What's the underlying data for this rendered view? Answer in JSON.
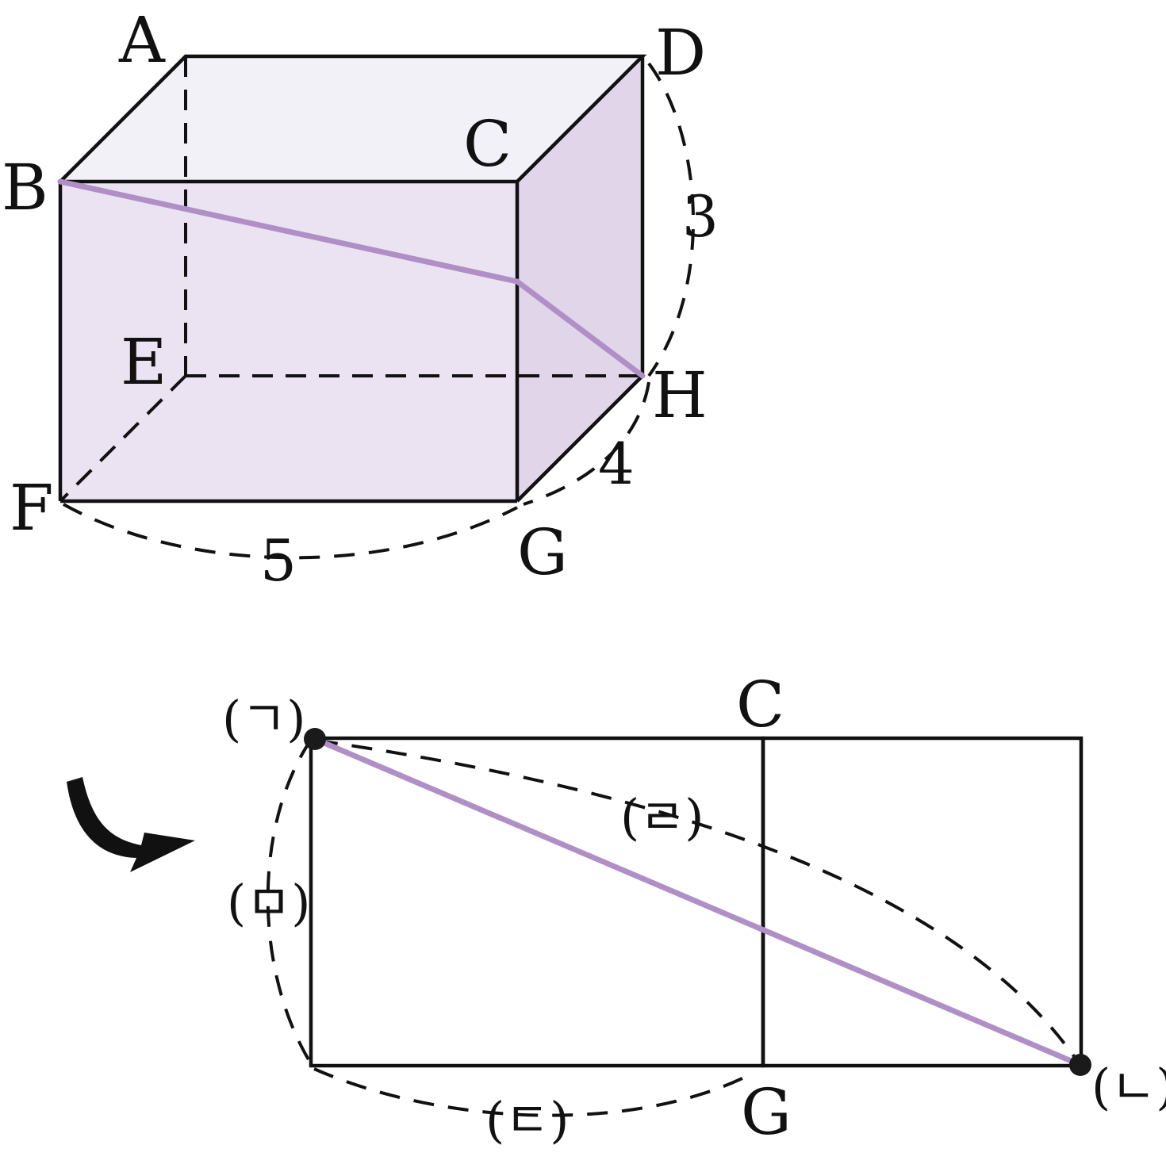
{
  "colors": {
    "stroke": "#111111",
    "path": "#b08fc6",
    "top_face": "#f3f1f8",
    "front_face": "#ebe3f1",
    "side_face": "#e1d5ea",
    "point": "#1a1a1a"
  },
  "box": {
    "vertices": {
      "A": "A",
      "B": "B",
      "C": "C",
      "D": "D",
      "E": "E",
      "F": "F",
      "G": "G",
      "H": "H"
    },
    "dimensions": {
      "height": "3",
      "depth": "4",
      "width": "5"
    }
  },
  "net": {
    "labels": {
      "C": "C",
      "G": "G"
    },
    "marks": {
      "ga": "(ㄱ)",
      "na": "(ㄴ)",
      "da": "(ㄷ)",
      "ra": "(ㄹ)",
      "ma": "(ㅁ)"
    },
    "arrow_icon": "curved-arrow-icon"
  }
}
